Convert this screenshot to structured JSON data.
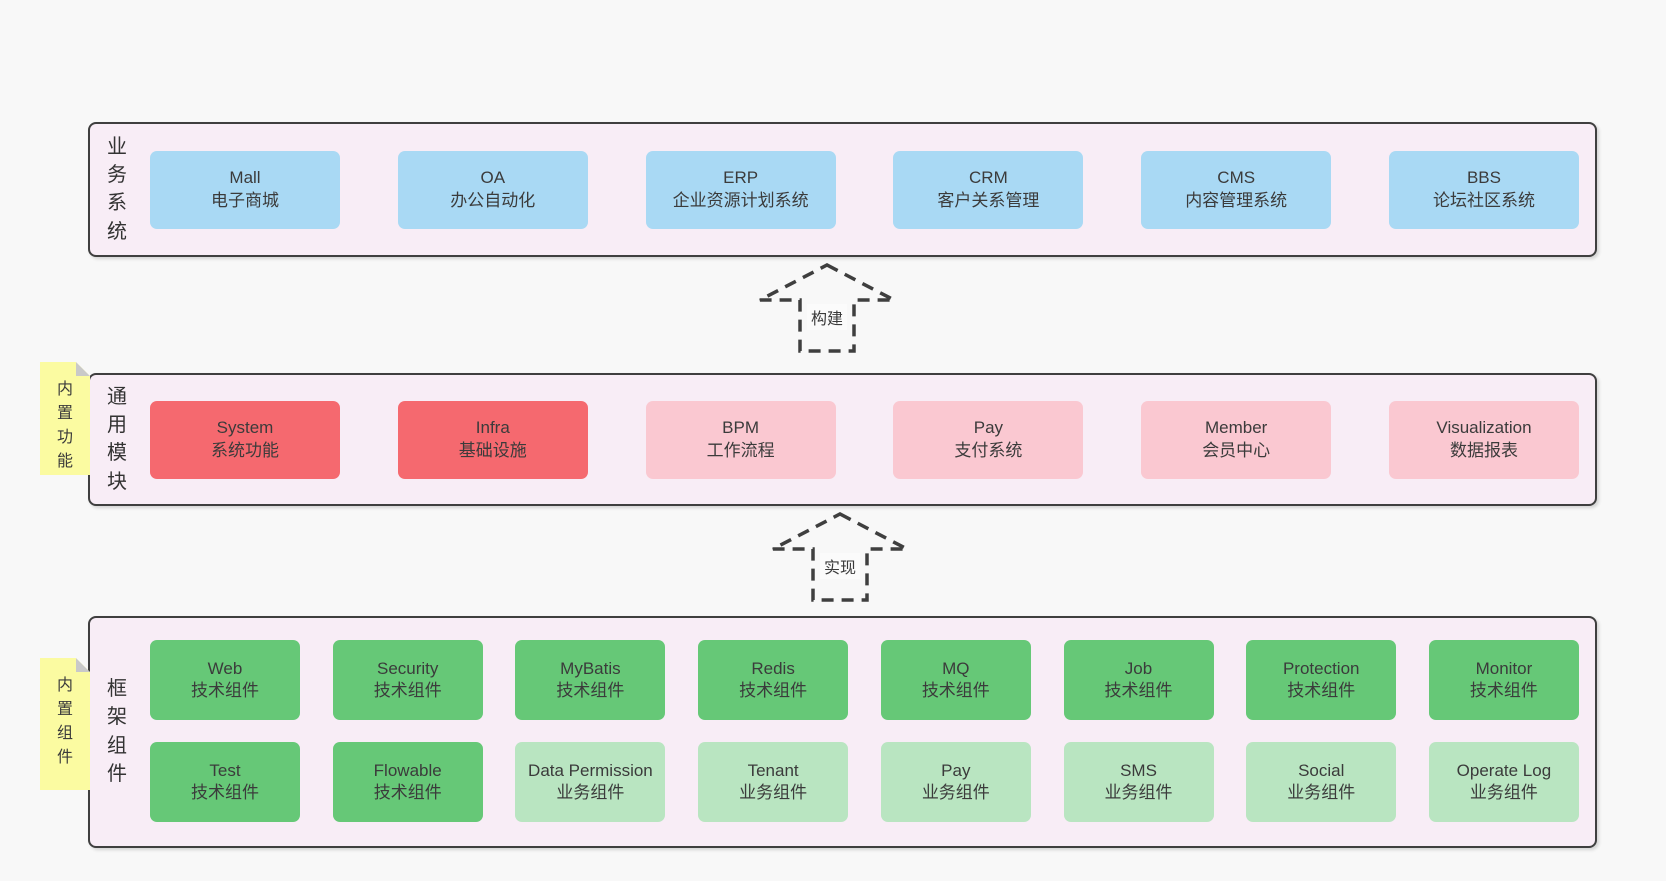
{
  "page": {
    "background": "#f8f8f8"
  },
  "palette": {
    "container_bg": "#f8edf6",
    "container_border": "#3f3f3f",
    "blue": "#a9d9f4",
    "red": "#f5696f",
    "pink": "#fac8d1",
    "green": "#66c877",
    "light_green": "#b9e5c1",
    "note_yellow": "#fbfba1",
    "note_fold": "#c9c9c9",
    "text": "#3b3b3b"
  },
  "arrows": [
    {
      "label": "构建"
    },
    {
      "label": "实现"
    }
  ],
  "layers": [
    {
      "id": "business",
      "label": "业务系统",
      "rows": [
        [
          {
            "en": "Mall",
            "zh": "电子商城",
            "variant": "blue"
          },
          {
            "en": "OA",
            "zh": "办公自动化",
            "variant": "blue"
          },
          {
            "en": "ERP",
            "zh": "企业资源计划系统",
            "variant": "blue"
          },
          {
            "en": "CRM",
            "zh": "客户关系管理",
            "variant": "blue"
          },
          {
            "en": "CMS",
            "zh": "内容管理系统",
            "variant": "blue"
          },
          {
            "en": "BBS",
            "zh": "论坛社区系统",
            "variant": "blue"
          }
        ]
      ]
    },
    {
      "id": "modules",
      "label": "通用模块",
      "note": "内置功能",
      "rows": [
        [
          {
            "en": "System",
            "zh": "系统功能",
            "variant": "red"
          },
          {
            "en": "Infra",
            "zh": "基础设施",
            "variant": "red"
          },
          {
            "en": "BPM",
            "zh": "工作流程",
            "variant": "pink"
          },
          {
            "en": "Pay",
            "zh": "支付系统",
            "variant": "pink"
          },
          {
            "en": "Member",
            "zh": "会员中心",
            "variant": "pink"
          },
          {
            "en": "Visualization",
            "zh": "数据报表",
            "variant": "pink"
          }
        ]
      ]
    },
    {
      "id": "components",
      "label": "框架组件",
      "note": "内置组件",
      "rows": [
        [
          {
            "en": "Web",
            "zh": "技术组件",
            "variant": "green"
          },
          {
            "en": "Security",
            "zh": "技术组件",
            "variant": "green"
          },
          {
            "en": "MyBatis",
            "zh": "技术组件",
            "variant": "green"
          },
          {
            "en": "Redis",
            "zh": "技术组件",
            "variant": "green"
          },
          {
            "en": "MQ",
            "zh": "技术组件",
            "variant": "green"
          },
          {
            "en": "Job",
            "zh": "技术组件",
            "variant": "green"
          },
          {
            "en": "Protection",
            "zh": "技术组件",
            "variant": "green"
          },
          {
            "en": "Monitor",
            "zh": "技术组件",
            "variant": "green"
          }
        ],
        [
          {
            "en": "Test",
            "zh": "技术组件",
            "variant": "green"
          },
          {
            "en": "Flowable",
            "zh": "技术组件",
            "variant": "green"
          },
          {
            "en": "Data Permission",
            "zh": "业务组件",
            "variant": "lightgreen"
          },
          {
            "en": "Tenant",
            "zh": "业务组件",
            "variant": "lightgreen"
          },
          {
            "en": "Pay",
            "zh": "业务组件",
            "variant": "lightgreen"
          },
          {
            "en": "SMS",
            "zh": "业务组件",
            "variant": "lightgreen"
          },
          {
            "en": "Social",
            "zh": "业务组件",
            "variant": "lightgreen"
          },
          {
            "en": "Operate Log",
            "zh": "业务组件",
            "variant": "lightgreen"
          }
        ]
      ]
    }
  ]
}
